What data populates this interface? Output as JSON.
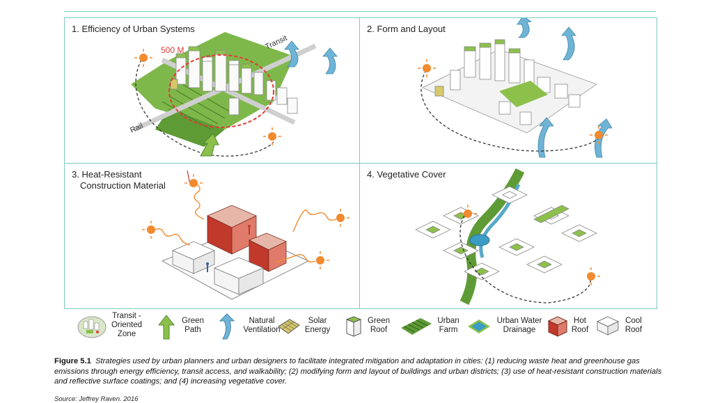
{
  "panels": [
    {
      "title_line1": "1. Efficiency of Urban Systems",
      "title_line2": ""
    },
    {
      "title_line1": "2. Form and Layout",
      "title_line2": ""
    },
    {
      "title_line1": "3. Heat-Resistant",
      "title_line2": "Construction Material"
    },
    {
      "title_line1": "4. Vegetative Cover",
      "title_line2": ""
    }
  ],
  "panel1_labels": {
    "radius": "500 M",
    "transit": "Transit",
    "rail": "Rail"
  },
  "legend": [
    {
      "l1": "Transit -",
      "l2": "Oriented",
      "l3": "Zone",
      "icon": "transit-zone-icon"
    },
    {
      "l1": "",
      "l2": "Green",
      "l3": "Path",
      "icon": "green-path-arrow-icon"
    },
    {
      "l1": "",
      "l2": "Natural",
      "l3": "Ventilation",
      "icon": "ventilation-arrow-icon"
    },
    {
      "l1": "",
      "l2": "Solar",
      "l3": "Energy",
      "icon": "solar-panel-icon"
    },
    {
      "l1": "",
      "l2": "Green",
      "l3": "Roof",
      "icon": "green-roof-icon"
    },
    {
      "l1": "",
      "l2": "Urban",
      "l3": "Farm",
      "icon": "urban-farm-icon"
    },
    {
      "l1": "",
      "l2": "Urban Water",
      "l3": "Drainage",
      "icon": "water-drainage-icon"
    },
    {
      "l1": "",
      "l2": "Hot",
      "l3": "Roof",
      "icon": "hot-roof-icon"
    },
    {
      "l1": "",
      "l2": "Cool",
      "l3": "Roof",
      "icon": "cool-roof-icon"
    }
  ],
  "caption": {
    "label": "Figure 5.1",
    "text": "Strategies used by urban planners and urban designers to facilitate integrated mitigation and adaptation in cities: (1) reducing waste heat and greenhouse gas emissions through energy efficiency, transit access, and walkability; (2) modifying form and layout of buildings and urban districts; (3) use of heat-resistant construction materials and reflective surface coatings; and (4) increasing vegetative cover."
  },
  "source": "Source: Jeffrey Raven. 2016",
  "colors": {
    "frame": "#7fc7c0",
    "green": "#8cc04b",
    "dark_green": "#4f8a2f",
    "sun": "#f28a2e",
    "water": "#56a9c9",
    "hot": "#c0392b"
  }
}
